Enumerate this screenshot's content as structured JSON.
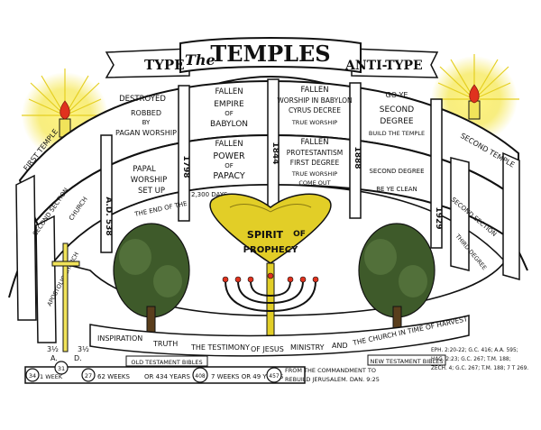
{
  "header": {
    "type_label": "TYPE",
    "the_label": "The",
    "temples_label": "TEMPLES",
    "antitype_label": "ANTI-TYPE"
  },
  "upper_arc": {
    "col1": [
      "DESTROYED",
      "ROBBED",
      "BY",
      "PAGAN WORSHIP"
    ],
    "col2": [
      "FALLEN",
      "EMPIRE",
      "OF",
      "BABYLON"
    ],
    "col3": [
      "FALLEN",
      "WORSHIP IN BABYLON",
      "CYRUS DECREE",
      "TRUE WORSHIP"
    ],
    "col4": [
      "GO YE",
      "SECOND",
      "DEGREE",
      "BUILD THE TEMPLE"
    ]
  },
  "middle_arc": {
    "col1": [
      "PAPAL",
      "WORSHIP",
      "SET UP"
    ],
    "col2": [
      "FALLEN",
      "POWER",
      "OF",
      "PAPACY"
    ],
    "col3": [
      "FALLEN",
      "PROTESTANTISM",
      "FIRST DEGREE",
      "TRUE WORSHIP",
      "COME OUT"
    ],
    "col4": [
      "SECOND DEGREE",
      "BE YE CLEAN"
    ],
    "end_text": "THE END OF THE",
    "days_text": "2,300 DAYS"
  },
  "pillars": {
    "ad": "A.D. 538",
    "p1": "1798",
    "p2": "1844",
    "p3": "1888",
    "p4": "1929"
  },
  "sides": {
    "first_temple": "FIRST TEMPLE",
    "second_section_left": "SECOND SECTION",
    "church": "CHURCH",
    "second_temple": "SECOND TEMPLE",
    "second_section_right": "SECOND SECTION",
    "third_decree": "THIRD DEGREE",
    "apostolic": "APOSTOLIC CHURCH"
  },
  "center": {
    "spirit": "SPIRIT",
    "of": "OF",
    "prophecy": "PROPHECY"
  },
  "bottom_band": {
    "line1": "INSPIRATION",
    "line2": "TRUTH",
    "line3": "THE TESTIMONY",
    "line4": "OF JESUS",
    "line5": "MINISTRY",
    "line6": "AND",
    "line7": "THE CHURCH IN TIME OF HARVEST",
    "old_bibles": "OLD TESTAMENT BIBLES",
    "new_bibles": "NEW TESTAMENT BIBLES"
  },
  "timeline": {
    "half_left": "3½",
    "ad_left": "A.",
    "half_right": "3½",
    "ad_right": "D.",
    "n34": "34",
    "n31": "31",
    "n27": "27",
    "one_week": "1 WEEK",
    "weeks62": "62 WEEKS",
    "or_434": "OR 434 YEARS",
    "n408": "408",
    "weeks7": "7 WEEKS OR 49 YEARS",
    "n457": "457",
    "commandment1": "FROM THE COMMANDMENT TO",
    "commandment2": "REBUILD JERUSALEM. DAN. 9:25"
  },
  "references": [
    "EPH. 2:20-22; G.C. 416; A.A. 595;",
    "HAG. 2:23; G.C. 267; T.M. 188;",
    "ZECH. 4; G.C. 267; T.M. 188; 7 T 269."
  ],
  "colors": {
    "gold": "#d8c21e",
    "ribbon": "#ffffff",
    "ink": "#111111",
    "flame": "#e0321e",
    "candle": "#f1e35a"
  }
}
